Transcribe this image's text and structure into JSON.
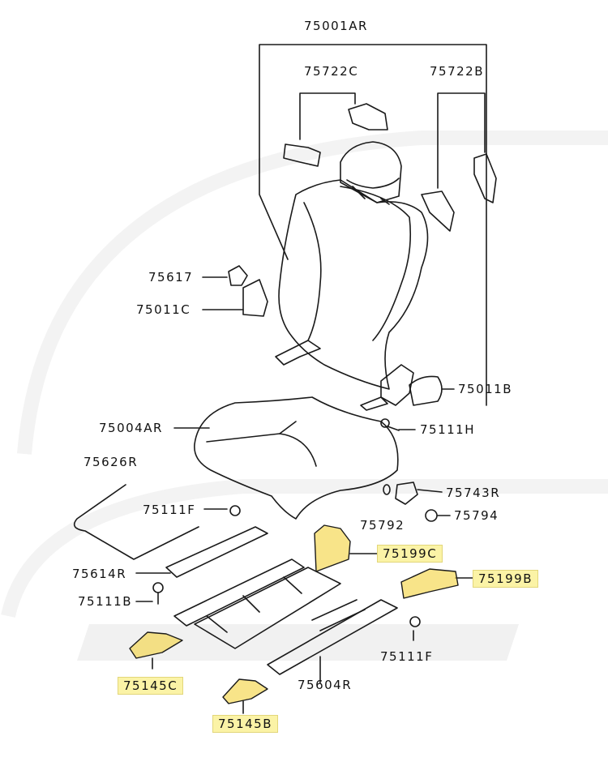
{
  "colors": {
    "line": "#1a1a1a",
    "highlight": "#fbf3a6",
    "part_fill": "#f5d64a",
    "background": "#ffffff",
    "watermark": "#f2f2f2"
  },
  "labels": {
    "l75001AR": "75001AR",
    "l75722C": "75722C",
    "l75722B": "75722B",
    "l75617": "75617",
    "l75011C": "75011C",
    "l75011B": "75011B",
    "l75111H": "75111H",
    "l75004AR": "75004AR",
    "l75626R": "75626R",
    "l75743R": "75743R",
    "l75111F_a": "75111F",
    "l75792": "75792",
    "l75794": "75794",
    "l75199C": "75199C",
    "l75614R": "75614R",
    "l75199B": "75199B",
    "l75111B": "75111B",
    "l75111F_b": "75111F",
    "l75145C": "75145C",
    "l75604R": "75604R",
    "l75145B": "75145B"
  }
}
